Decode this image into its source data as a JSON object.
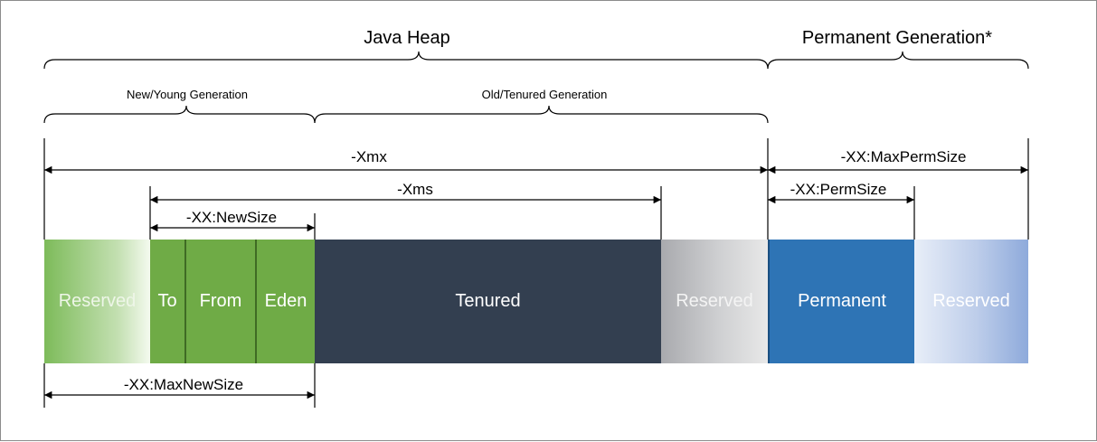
{
  "headers": {
    "java_heap": "Java Heap",
    "permanent_generation": "Permanent Generation*",
    "young_generation": "New/Young  Generation",
    "old_generation": "Old/Tenured Generation"
  },
  "dimensions": {
    "xmx": "-Xmx",
    "max_perm_size": "-XX:MaxPermSize",
    "xms": "-Xms",
    "perm_size": "-XX:PermSize",
    "new_size": "-XX:NewSize",
    "max_new_size": "-XX:MaxNewSize"
  },
  "segments": {
    "reserved_young": "Reserved",
    "to": "To",
    "from": "From",
    "eden": "Eden",
    "tenured": "Tenured",
    "reserved_old": "Reserved",
    "permanent": "Permanent",
    "reserved_perm": "Reserved"
  },
  "colors": {
    "young_green": "#6fab46",
    "tenured_dark": "#333f50",
    "permanent_blue": "#2e74b5",
    "reserved_gray": "#cfd0d2",
    "reserved_blue": "#8eaadb"
  }
}
